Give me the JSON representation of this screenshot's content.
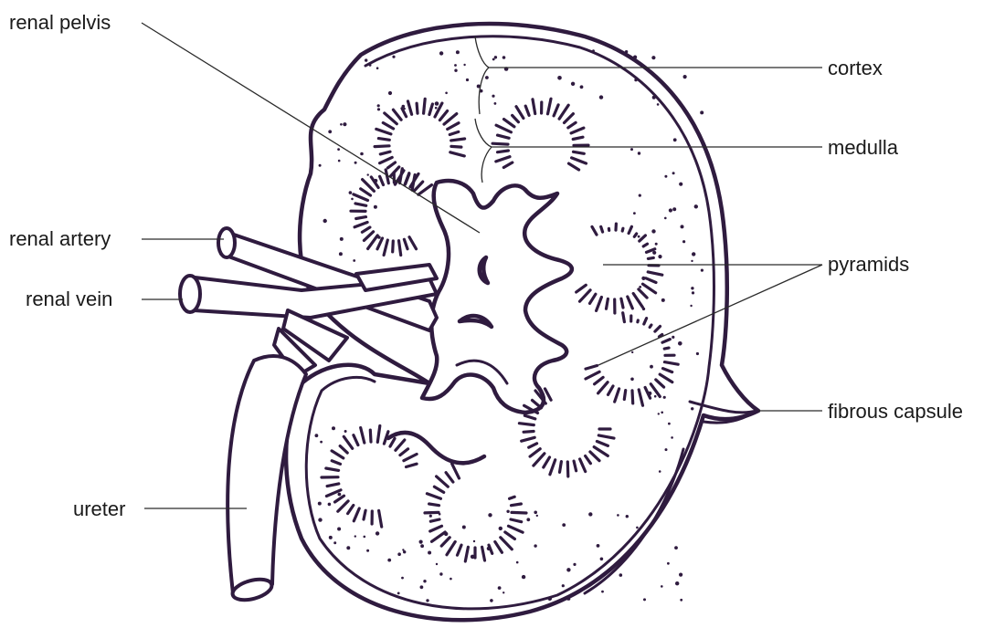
{
  "diagram": {
    "labels": {
      "renal_pelvis": "renal pelvis",
      "cortex": "cortex",
      "medulla": "medulla",
      "renal_artery": "renal artery",
      "pyramids": "pyramids",
      "renal_vein": "renal vein",
      "fibrous_capsule": "fibrous capsule",
      "ureter": "ureter"
    }
  },
  "colors": {
    "outline": "#2f1b3f",
    "label_text": "#1a1a1a",
    "background": "#ffffff"
  }
}
